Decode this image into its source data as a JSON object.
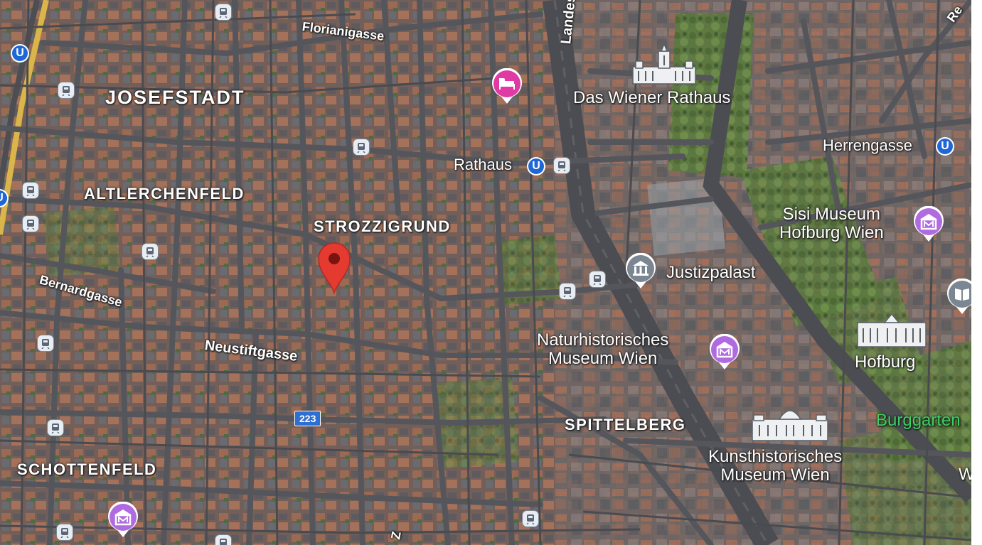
{
  "map": {
    "districts": [
      {
        "key": "josefstadt",
        "text": "JOSEFSTADT"
      },
      {
        "key": "altlerchenfeld",
        "text": "ALTLERCHENFELD"
      },
      {
        "key": "strozzigrund",
        "text": "STROZZIGRUND"
      },
      {
        "key": "spittelberg",
        "text": "SPITTELBERG"
      },
      {
        "key": "schottenfeld",
        "text": "SCHOTTENFELD"
      }
    ],
    "streets": {
      "florianigasse": "Florianigasse",
      "landesg": "Landesg",
      "bernardgasse": "Bernardgasse",
      "neustiftgasse": "Neustiftgasse",
      "re": "Re",
      "z": "Z"
    },
    "places": {
      "rathaus_building": "Das Wiener Rathaus",
      "rathaus_station": "Rathaus",
      "herrengasse": "Herrengasse",
      "sisi_line1": "Sisi Museum",
      "sisi_line2": "Hofburg Wien",
      "justizpalast": "Justizpalast",
      "nhm_line1": "Naturhistorisches",
      "nhm_line2": "Museum Wien",
      "hofburg": "Hofburg",
      "burggarten": "Burggarten",
      "khm_line1": "Kunsthistorisches",
      "khm_line2": "Museum Wien",
      "w_partial": "W"
    },
    "route_shield": "223",
    "ubahn_glyph": "U",
    "colors": {
      "pin_red": "#e43a2f",
      "museum_purple": "#b06be0",
      "hotel_pink": "#e03aa4",
      "landmark_gray": "#7a8692",
      "ubahn_blue": "#1f66d6",
      "route_blue": "#2f6fd1",
      "park_green": "#3fcf62"
    },
    "icons": [
      "tram-stop-icon",
      "ubahn-icon",
      "museum-icon",
      "hotel-icon",
      "landmark-icon",
      "library-icon",
      "location-pin-icon",
      "building-landmark-icon"
    ]
  }
}
